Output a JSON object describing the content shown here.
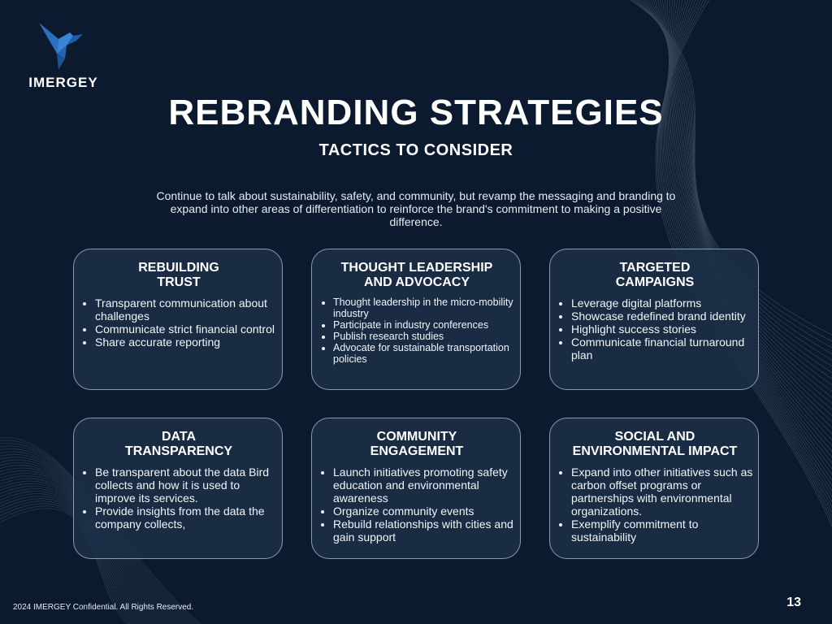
{
  "brand": {
    "name": "IMERGEY",
    "logo_icon": "bird-logo-icon",
    "accent_color": "#2a6fc0"
  },
  "slide": {
    "title": "REBRANDING STRATEGIES",
    "subtitle": "TACTICS TO CONSIDER",
    "intro": "Continue to talk about sustainability, safety, and community, but revamp the messaging and branding to expand into other areas of differentiation to reinforce the brand's commitment to making a positive difference.",
    "background_color": "#0b1a2e"
  },
  "cards": [
    {
      "title": "REBUILDING\nTRUST",
      "items": [
        "Transparent communication about challenges",
        "Communicate strict financial control",
        "Share accurate reporting"
      ]
    },
    {
      "title": "THOUGHT LEADERSHIP\nAND ADVOCACY",
      "items": [
        "Thought leadership in the micro-mobility industry",
        "Participate in industry conferences",
        "Publish research studies",
        "Advocate for sustainable transportation policies"
      ]
    },
    {
      "title": "TARGETED\nCAMPAIGNS",
      "items": [
        "Leverage digital platforms",
        "Showcase redefined brand identity",
        "Highlight success stories",
        "Communicate financial turnaround plan"
      ]
    },
    {
      "title": "DATA\nTRANSPARENCY",
      "items": [
        "Be transparent about the data Bird collects and how it is used to improve its services.",
        "Provide insights from the data the company collects,"
      ]
    },
    {
      "title": "COMMUNITY\nENGAGEMENT",
      "items": [
        "Launch initiatives promoting safety education and environmental awareness",
        "Organize community events",
        "Rebuild relationships with cities and gain support"
      ]
    },
    {
      "title": "SOCIAL AND\nENVIRONMENTAL IMPACT",
      "items": [
        "Expand into other initiatives such as carbon offset programs or partnerships with environmental organizations.",
        "Exemplify commitment to sustainability"
      ]
    }
  ],
  "footer": {
    "copyright": "2024 IMERGEY Confidential. All Rights Reserved.",
    "page_number": "13"
  }
}
